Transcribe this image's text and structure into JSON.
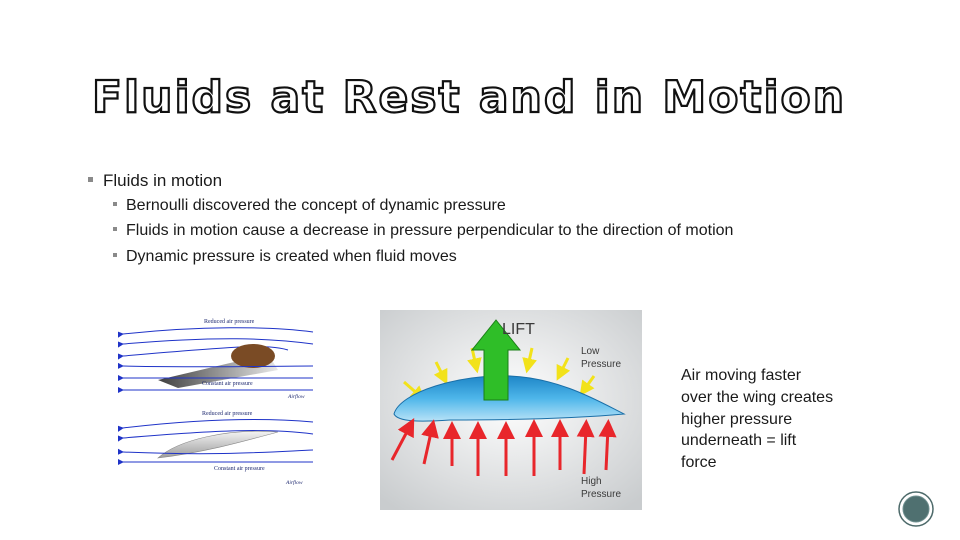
{
  "slide": {
    "title": "Fluids at Rest and in Motion",
    "bullet_main": "Fluids in motion",
    "sub_bullets": [
      "Bernoulli discovered the concept of dynamic pressure",
      "Fluids in motion cause a decrease in pressure perpendicular to the direction of motion",
      "Dynamic pressure is created when fluid moves"
    ],
    "caption_lines": [
      "Air moving faster",
      "over the wing creates",
      "higher pressure",
      "underneath = lift",
      "force"
    ]
  },
  "figure_left": {
    "top_reduced_label": "Reduced air pressure",
    "top_constant_label": "Constant air pressure",
    "top_airflow_label": "Airflow",
    "bottom_reduced_label": "Reduced air pressure",
    "bottom_constant_label": "Constant air pressure",
    "bottom_airflow_label": "Airflow"
  },
  "figure_right": {
    "lift_label": "LIFT",
    "low_label_line1": "Low",
    "low_label_line2": "Pressure",
    "high_label_line1": "High",
    "high_label_line2": "Pressure"
  },
  "colors": {
    "lift_arrow": "#2fbe28",
    "pressure_arrow": "#e8262b",
    "low_pressure_arrow": "#f2e21a",
    "wing_blue": "#4eb6ea",
    "flow_arrow": "#1f33c8"
  }
}
